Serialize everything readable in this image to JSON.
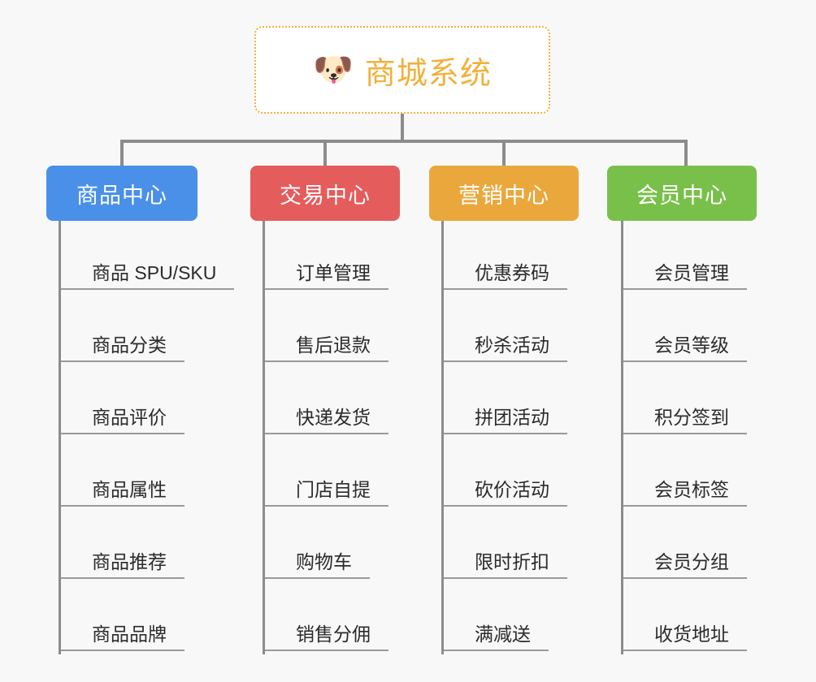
{
  "root": {
    "icon": "dog-face-icon",
    "emoji": "🐶",
    "title": "商城系统",
    "border_color": "#f2b03c",
    "text_color": "#f2b03c"
  },
  "canvas": {
    "background": "#f8f8f8",
    "connector_color": "#8c8c8c"
  },
  "columns": [
    {
      "label": "商品中心",
      "color": "#4a90e8",
      "items": [
        "商品 SPU/SKU",
        "商品分类",
        "商品评价",
        "商品属性",
        "商品推荐",
        "商品品牌"
      ]
    },
    {
      "label": "交易中心",
      "color": "#e55c5c",
      "items": [
        "订单管理",
        "售后退款",
        "快递发货",
        "门店自提",
        "购物车",
        "销售分佣"
      ]
    },
    {
      "label": "营销中心",
      "color": "#eaa83c",
      "items": [
        "优惠券码",
        "秒杀活动",
        "拼团活动",
        "砍价活动",
        "限时折扣",
        "满减送"
      ]
    },
    {
      "label": "会员中心",
      "color": "#79c04a",
      "items": [
        "会员管理",
        "会员等级",
        "积分签到",
        "会员标签",
        "会员分组",
        "收货地址"
      ]
    }
  ]
}
